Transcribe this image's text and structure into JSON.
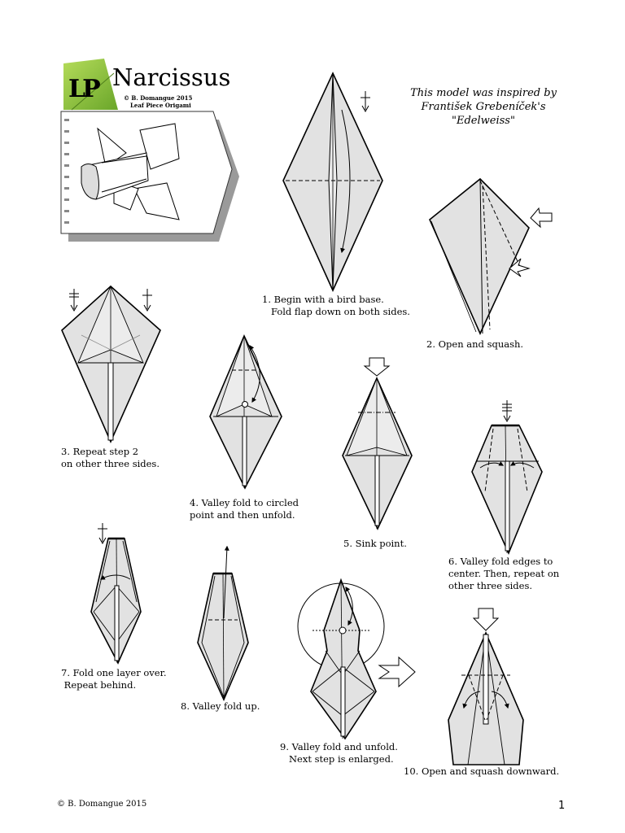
{
  "header": {
    "logo_text": "LP",
    "title": "Narcissus",
    "credit_line1": "© B. Domangue 2015",
    "credit_line2": "Leaf Piece Origami"
  },
  "inspiration": {
    "line1": "This model was inspired by",
    "line2": "František Grebeníček's",
    "line3": "\"Edelweiss\""
  },
  "steps": [
    {
      "line1": "1. Begin with a bird base.",
      "line2": "   Fold flap down on both sides."
    },
    {
      "line1": "2. Open and squash.",
      "line2": ""
    },
    {
      "line1": "3. Repeat step 2",
      "line2": "on other three sides."
    },
    {
      "line1": "4. Valley fold to circled",
      "line2": "point and then unfold."
    },
    {
      "line1": "5. Sink point.",
      "line2": ""
    },
    {
      "line1": "6. Valley fold edges to",
      "line2": "center. Then, repeat on",
      "line3": "other three sides."
    },
    {
      "line1": "7. Fold one layer over.",
      "line2": " Repeat behind."
    },
    {
      "line1": "8. Valley fold up.",
      "line2": ""
    },
    {
      "line1": "9. Valley fold and unfold.",
      "line2": "   Next step is enlarged."
    },
    {
      "line1": "10. Open and squash downward.",
      "line2": ""
    }
  ],
  "footer": {
    "copyright": "© B. Domangue 2015",
    "page_number": "1"
  },
  "colors": {
    "paper": "#e2e2e2",
    "leaf_green": "#8dc63f",
    "line": "#000000"
  }
}
